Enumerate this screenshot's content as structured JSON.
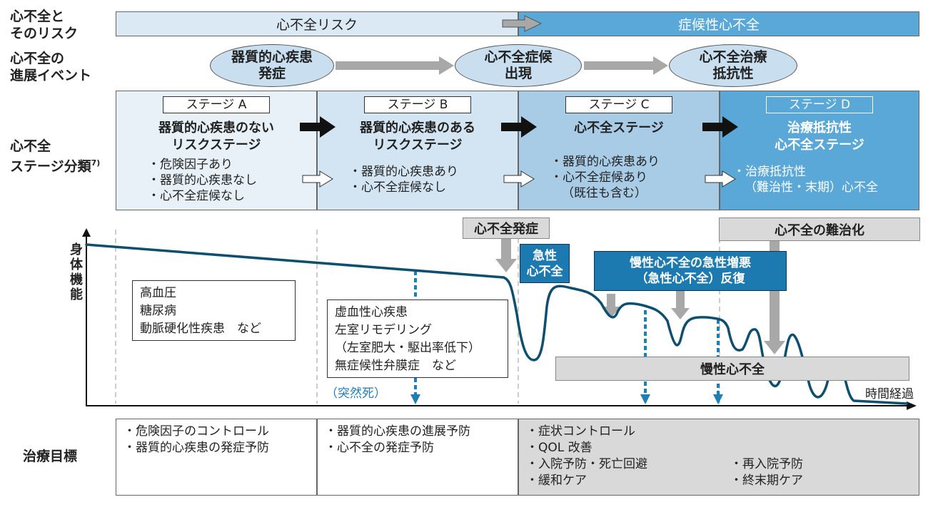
{
  "left_labels": {
    "risk": [
      "心不全と",
      "そのリスク"
    ],
    "events": [
      "心不全の",
      "進展イベント"
    ],
    "classification": [
      "心不全",
      "ステージ分類"
    ],
    "classification_sup": "7)",
    "axis_y": [
      "身",
      "体",
      "機",
      "能"
    ],
    "treatment": "治療目標"
  },
  "bands": {
    "risk": "心不全リスク",
    "symptomatic": "症候性心不全"
  },
  "events": [
    {
      "line1": "器質的心疾患",
      "line2": "発症"
    },
    {
      "line1": "心不全症候",
      "line2": "出現"
    },
    {
      "line1": "心不全治療",
      "line2": "抵抗性"
    }
  ],
  "stages": [
    {
      "tag": "ステージ A",
      "title": [
        "器質的心疾患のない",
        "リスクステージ"
      ],
      "items": [
        "・危険因子あり",
        "・器質的心疾患なし",
        "・心不全症候なし"
      ]
    },
    {
      "tag": "ステージ B",
      "title": [
        "器質的心疾患のある",
        "リスクステージ"
      ],
      "items": [
        "・器質的心疾患あり",
        "・心不全症候なし"
      ]
    },
    {
      "tag": "ステージ C",
      "title": [
        "心不全ステージ"
      ],
      "items": [
        "・器質的心疾患あり",
        "・心不全症候あり",
        "（既往も含む）"
      ]
    },
    {
      "tag": "ステージ D",
      "title": [
        "治療抵抗性",
        "心不全ステージ"
      ],
      "items": [
        "・治療抵抗性",
        "（難治性・末期）心不全"
      ]
    }
  ],
  "graph": {
    "onset": "心不全発症",
    "refractory": "心不全の難治化",
    "acute": [
      "急性",
      "心不全"
    ],
    "exacerbation": [
      "慢性心不全の急性増悪",
      "（急性心不全）反復"
    ],
    "chronic": "慢性心不全",
    "risk_factors": [
      "高血圧",
      "糖尿病",
      "動脈硬化性疾患　など"
    ],
    "structural": [
      "虚血性心疾患",
      "左室リモデリング",
      "（左室肥大・駆出率低下）",
      "無症候性弁膜症　など"
    ],
    "sudden_death": "（突然死）",
    "x_axis": "時間経過"
  },
  "treatment": [
    {
      "items": [
        "・危険因子のコントロール",
        "・器質的心疾患の発症予防"
      ]
    },
    {
      "items": [
        "・器質的心疾患の進展予防",
        "・心不全の発症予防"
      ]
    },
    {
      "items": [
        "・症状コントロール",
        "・QOL 改善",
        "・入院予防・死亡回避",
        "・緩和ケア"
      ],
      "items_right": [
        "・再入院予防",
        "・終末期ケア"
      ]
    }
  ],
  "colors": {
    "stage_a": "#e8f1f8",
    "stage_b": "#d3e5f2",
    "stage_c": "#a9cce6",
    "stage_d": "#5aa8d8",
    "curve": "#0d4f6e",
    "dashed_blue": "#1f7fb5",
    "gray_arrow": "#a8a8a8"
  }
}
